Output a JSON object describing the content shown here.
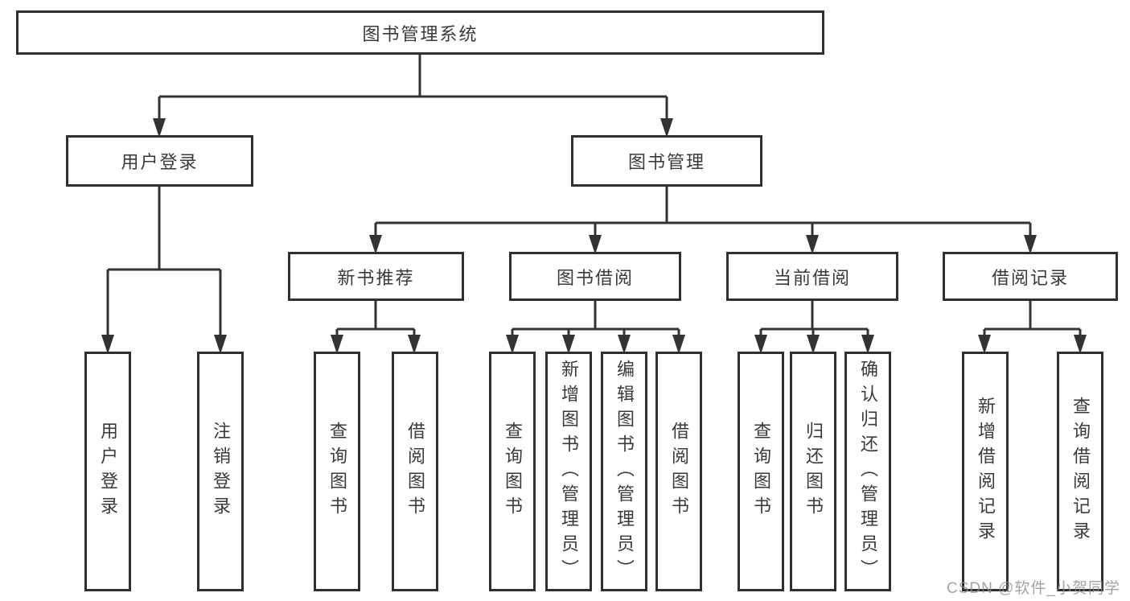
{
  "diagram": {
    "title": "图书管理系统",
    "root": {
      "label": "图书管理系统"
    },
    "level2": [
      {
        "id": "user-login",
        "label": "用户登录"
      },
      {
        "id": "book-management",
        "label": "图书管理"
      }
    ],
    "level3": [
      {
        "id": "new-book-recommendation",
        "label": "新书推荐",
        "parent": "图书管理"
      },
      {
        "id": "book-borrowing",
        "label": "图书借阅",
        "parent": "图书管理"
      },
      {
        "id": "current-borrowing",
        "label": "当前借阅",
        "parent": "图书管理"
      },
      {
        "id": "borrowing-records",
        "label": "借阅记录",
        "parent": "图书管理"
      }
    ],
    "leaves": [
      {
        "label": "用户登录",
        "parent": "用户登录"
      },
      {
        "label": "注销登录",
        "parent": "用户登录"
      },
      {
        "label": "查询图书",
        "parent": "新书推荐"
      },
      {
        "label": "借阅图书",
        "parent": "新书推荐"
      },
      {
        "label": "查询图书",
        "parent": "图书借阅"
      },
      {
        "label": "新增图书（管理员）",
        "parent": "图书借阅"
      },
      {
        "label": "编辑图书（管理员）",
        "parent": "图书借阅"
      },
      {
        "label": "借阅图书",
        "parent": "图书借阅"
      },
      {
        "label": "查询图书",
        "parent": "当前借阅"
      },
      {
        "label": "归还图书",
        "parent": "当前借阅"
      },
      {
        "label": "确认归还（管理员）",
        "parent": "当前借阅"
      },
      {
        "label": "新增借阅记录",
        "parent": "借阅记录"
      },
      {
        "label": "查询借阅记录",
        "parent": "借阅记录"
      }
    ]
  },
  "watermark": "CSDN @软件_小贺同学",
  "colors": {
    "line": "#333333",
    "border": "#2f2f2f",
    "text": "#3a3a3a",
    "watermark": "#8c8c91",
    "background": "#ffffff"
  }
}
